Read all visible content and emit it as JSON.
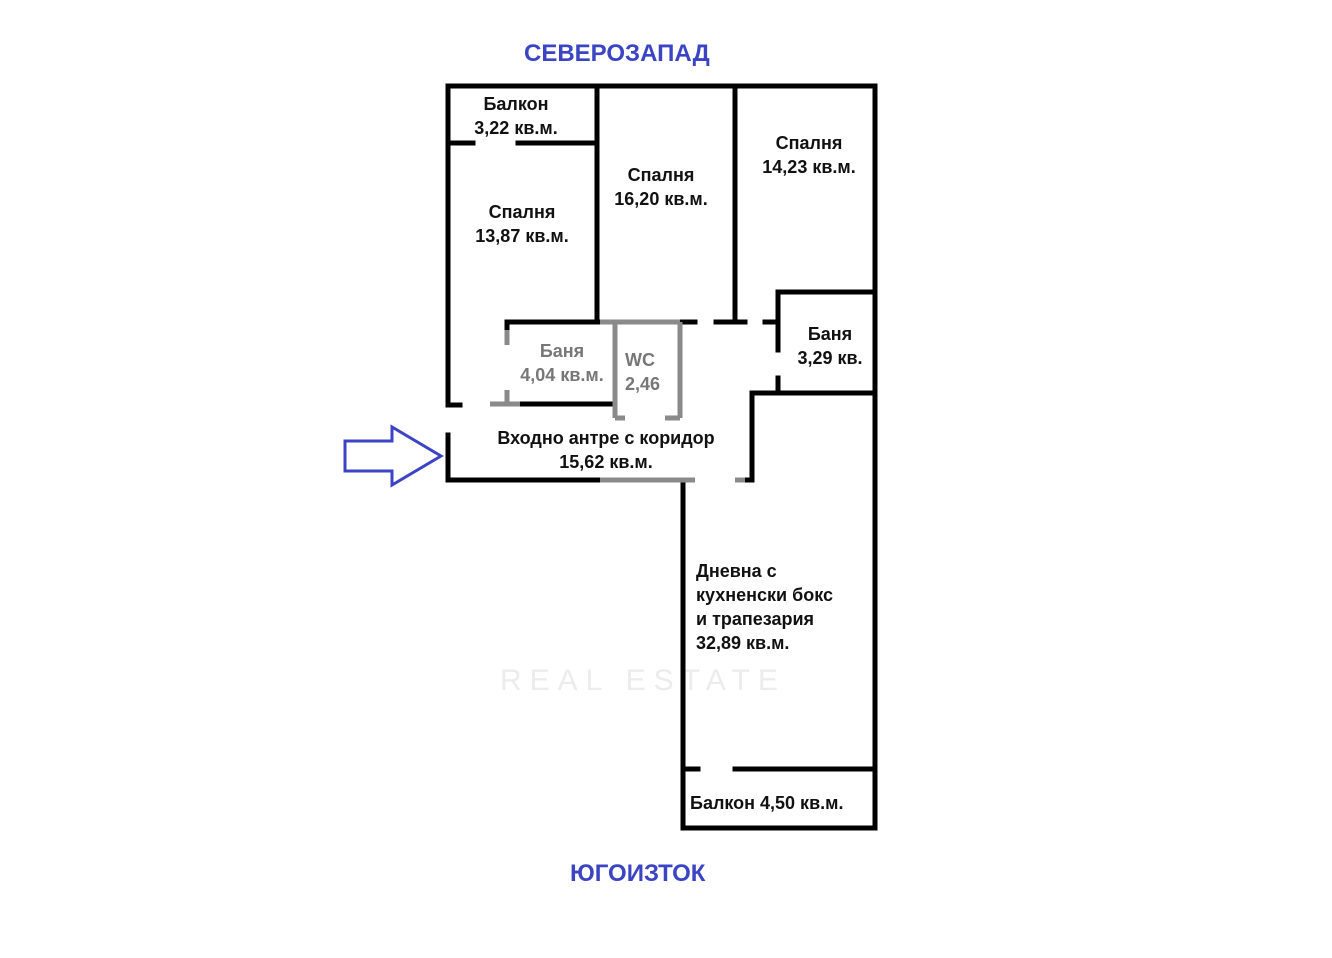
{
  "compass": {
    "north": "СЕВЕРОЗАПАД",
    "south": "ЮГОИЗТОК"
  },
  "rooms": [
    {
      "name": "Балкон",
      "area": "3,22 кв.м."
    },
    {
      "name": "Спалня",
      "area": "13,87 кв.м."
    },
    {
      "name": "Спалня",
      "area": "16,20 кв.м."
    },
    {
      "name": "Спалня",
      "area": "14,23 кв.м."
    },
    {
      "name": "Баня",
      "area": "4,04 кв.м."
    },
    {
      "name": "WC",
      "area": "2,46"
    },
    {
      "name": "Баня",
      "area": "3,29 кв."
    },
    {
      "name": "Входно антре с коридор",
      "area": "15,62 кв.м."
    },
    {
      "name": "Дневна с",
      "name2": "кухненски бокс",
      "name3": "и трапезария",
      "area": "32,89 кв.м."
    },
    {
      "name": "Балкон 4,50 кв.м."
    }
  ],
  "watermark": "REAL ESTATE",
  "colors": {
    "compass": "#3b45c4",
    "arrow": "#3b45c4",
    "wall": "#000000",
    "gray_wall": "#8a8a8a"
  }
}
